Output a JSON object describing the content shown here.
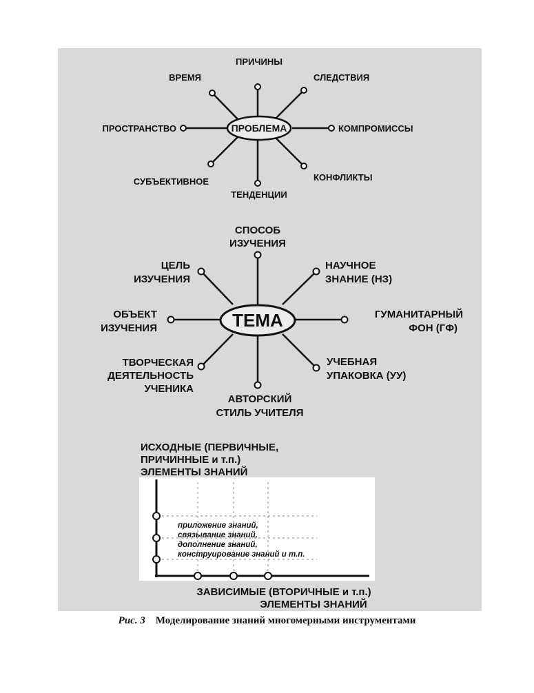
{
  "problem_diagram": {
    "center": "ПРОБЛЕМА",
    "spokes": [
      "ПРИЧИНЫ",
      "СЛЕДСТВИЯ",
      "КОМПРОМИССЫ",
      "КОНФЛИКТЫ",
      "ТЕНДЕНЦИИ",
      "СУБЪЕКТИВНОЕ",
      "ПРОСТРАНСТВО",
      "ВРЕМЯ"
    ]
  },
  "theme_diagram": {
    "center": "ТЕМА",
    "spokes": [
      [
        "СПОСОБ",
        "ИЗУЧЕНИЯ"
      ],
      [
        "НАУЧНОЕ",
        "ЗНАНИЕ (НЗ)"
      ],
      [
        "ГУМАНИТАРНЫЙ",
        "ФОН (ГФ)"
      ],
      [
        "УЧЕБНАЯ",
        "УПАКОВКА (УУ)"
      ],
      [
        "АВТОРСКИЙ",
        "СТИЛЬ УЧИТЕЛЯ"
      ],
      [
        "ТВОРЧЕСКАЯ",
        "ДЕЯТЕЛЬНОСТЬ",
        "УЧЕНИКА"
      ],
      [
        "ОБЪЕКТ",
        "ИЗУЧЕНИЯ"
      ],
      [
        "ЦЕЛЬ",
        "ИЗУЧЕНИЯ"
      ]
    ]
  },
  "knowledge_grid": {
    "vertical_axis_label": [
      "ИСХОДНЫЕ (ПЕРВИЧНЫЕ,",
      "ПРИЧИННЫЕ и т.п.)",
      "ЭЛЕМЕНТЫ ЗНАНИЙ"
    ],
    "horizontal_axis_label": [
      "ЗАВИСИМЫЕ (ВТОРИЧНЫЕ и т.п.)",
      "ЭЛЕМЕНТЫ ЗНАНИЙ"
    ],
    "operations": [
      "приложение знаний,",
      "связывание знаний,",
      "дополнение знаний,",
      "конструирование знаний и т.п."
    ]
  },
  "caption": {
    "label": "Рис. 3",
    "text": "Моделирование знаний многомерными инструментами"
  }
}
